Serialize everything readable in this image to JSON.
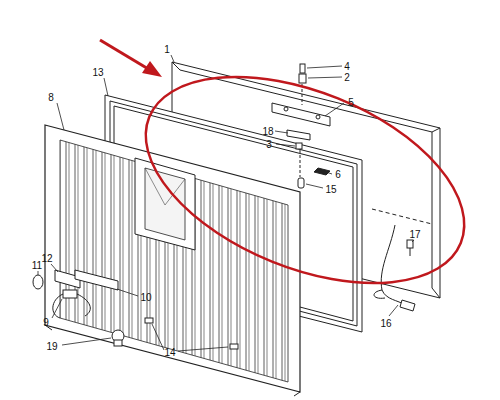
{
  "diagram": {
    "labels": [
      "1",
      "13",
      "8",
      "4",
      "2",
      "5",
      "18",
      "3",
      "6",
      "15",
      "17",
      "16",
      "12",
      "11",
      "10",
      "9",
      "19",
      "14"
    ]
  }
}
